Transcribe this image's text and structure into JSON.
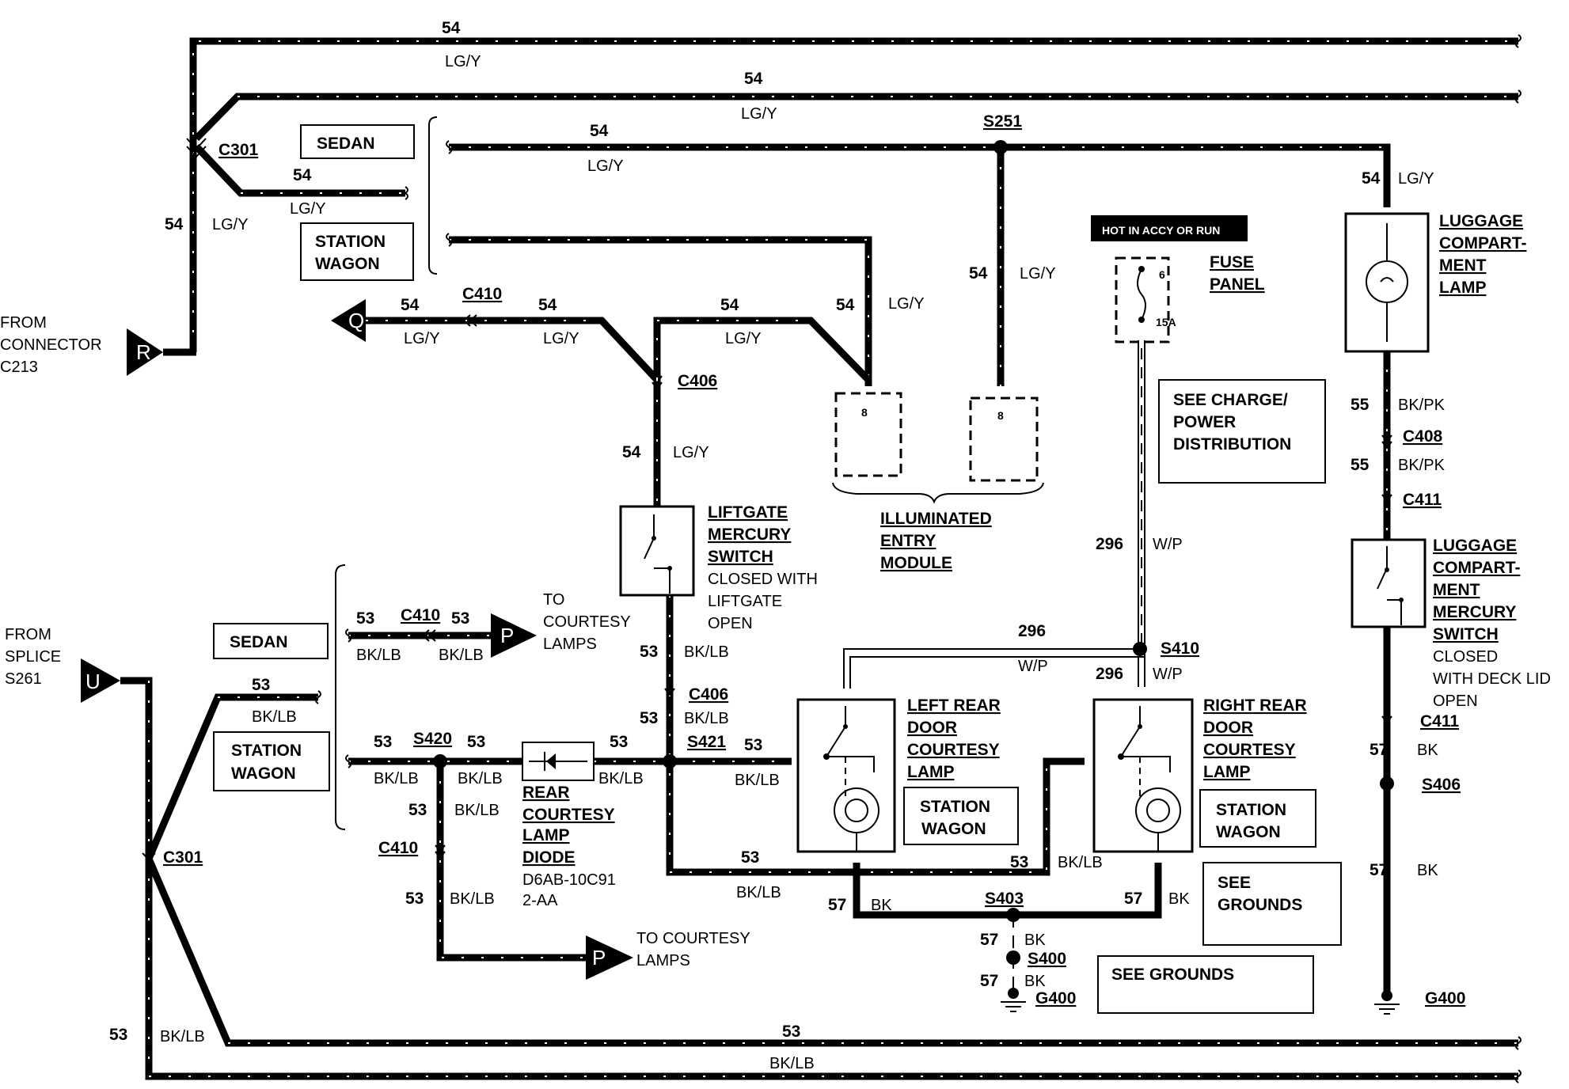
{
  "wire_circuits": {
    "c54": "54",
    "c53": "53",
    "c55": "55",
    "c57": "57",
    "c296": "296"
  },
  "wire_colors": {
    "lgy": "LG/Y",
    "bklb": "BK/LB",
    "bkpk": "BK/PK",
    "bk": "BK",
    "wp": "W/P"
  },
  "connectors": {
    "c301": "C301",
    "c406": "C406",
    "c410": "C410",
    "c408": "C408",
    "c411": "C411"
  },
  "splices": {
    "s251": "S251",
    "s410": "S410",
    "s420": "S420",
    "s421": "S421",
    "s403": "S403",
    "s400": "S400",
    "s406": "S406"
  },
  "grounds": {
    "g400": "G400"
  },
  "terminals": {
    "r": "R",
    "q": "Q",
    "u": "U",
    "p": "P"
  },
  "options": {
    "sedan": "SEDAN",
    "station": "STATION",
    "wagon": "WAGON"
  },
  "pins": {
    "fuse_num": "6",
    "fuse_amp": "15A",
    "module_pin": "8"
  },
  "labels": {
    "from": "FROM",
    "connector": "CONNECTOR",
    "c213": "C213",
    "splice": "SPLICE",
    "s261": "S261",
    "hot": "HOT IN ACCY OR RUN",
    "fuse": "FUSE",
    "panel": "PANEL",
    "luggage": "LUGGAGE",
    "compart": "COMPART-",
    "ment": "MENT",
    "lamp": "LAMP",
    "mercury": "MERCURY",
    "switch": "SWITCH",
    "closed": "CLOSED",
    "with_deck_lid": "WITH DECK LID",
    "open": "OPEN",
    "see_charge": "SEE CHARGE/",
    "power": "POWER",
    "distribution": "DISTRIBUTION",
    "illuminated": "ILLUMINATED",
    "entry": "ENTRY",
    "module": "MODULE",
    "liftgate": "LIFTGATE",
    "closed_with": "CLOSED WITH",
    "to_courtesy": "TO COURTESY",
    "to": "TO",
    "courtesy": "COURTESY",
    "lamps": "LAMPS",
    "left_rear": "LEFT REAR",
    "right_rear": "RIGHT REAR",
    "door": "DOOR",
    "rear": "REAR",
    "diode": "DIODE",
    "part1": "D6AB-10C91",
    "part2": "2-AA",
    "see": "SEE",
    "grounds_word": "GROUNDS",
    "see_grounds": "SEE  GROUNDS"
  }
}
